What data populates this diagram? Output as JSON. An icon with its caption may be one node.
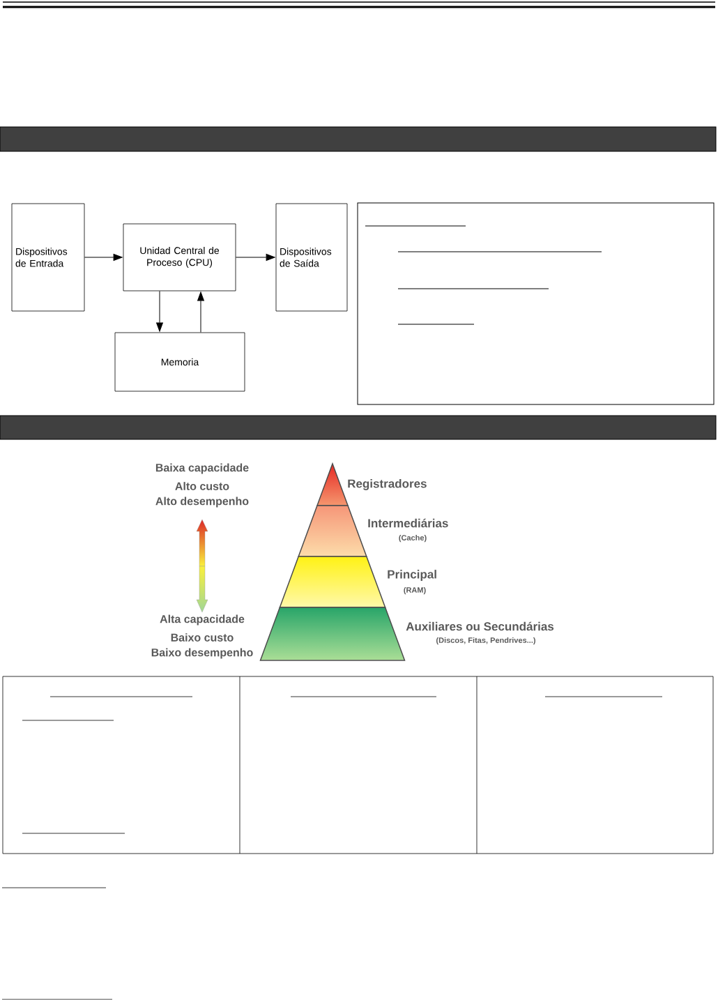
{
  "diagram": {
    "nodes": [
      {
        "text": [],
        "shape": "bar"
      },
      {
        "text": [
          "Dispositivos de Entrada"
        ]
      },
      {
        "text": [
          "Unidad Central de Proceso (CPU)"
        ]
      },
      {
        "text": [
          "Dispositivos de Saída"
        ]
      },
      {
        "text": [
          "Memoria"
        ]
      },
      {
        "text": [],
        "shape": "bar"
      },
      {
        "text": [],
        "shape": "triangle",
        "beside": [
          "Registradores"
        ]
      },
      {
        "text": [],
        "shape": "band",
        "beside": [
          "Intermediárias",
          "(Cache)"
        ]
      },
      {
        "text": [],
        "shape": "band",
        "beside": [
          "Principal",
          "(RAM)"
        ]
      },
      {
        "text": [],
        "shape": "band",
        "beside": [
          "Auxiliares ou Secundárias",
          "(Discos, Fitas, Pendrives...)"
        ]
      }
    ],
    "edges": [
      {
        "from": 1,
        "to": 2,
        "arrow": "to"
      },
      {
        "from": 2,
        "to": 3,
        "arrow": "to"
      },
      {
        "from": 2,
        "to": 4,
        "arrow": "to"
      },
      {
        "from": 4,
        "to": 2,
        "arrow": "to"
      }
    ],
    "labels": [
      "Baixa capacidade",
      "Alto custo",
      "Alto desempenho",
      "Alta capacidade",
      "Baixo custo",
      "Baixo desempenho"
    ]
  }
}
